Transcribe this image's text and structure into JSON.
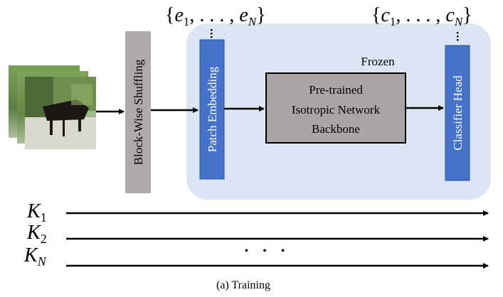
{
  "top_labels": {
    "embeddings_set": {
      "open": "{",
      "sym": "e",
      "first_sub": "1",
      "dots": ", . . . , ",
      "last_sub": "N",
      "close": "}"
    },
    "classes_set": {
      "open": "{",
      "sym": "c",
      "first_sub": "1",
      "dots": ", . . . , ",
      "last_sub": "N",
      "close": "}"
    }
  },
  "blocks": {
    "shuffle": "Block-Wise Shuffling",
    "patch_embedding": "Patch Embedding",
    "backbone_line1": "Pre-trained",
    "backbone_line2": "Isotropic Network",
    "backbone_line3": "Backbone",
    "classifier_head": "Classifier Head"
  },
  "frozen_label": "Frozen",
  "keys": [
    {
      "sym": "K",
      "sub": "1"
    },
    {
      "sym": "K",
      "sub": "2"
    },
    {
      "sym": "K",
      "sub": "N"
    }
  ],
  "ellipsis": "• • •",
  "caption": "(a) Training",
  "colors": {
    "frozen_region": "#dbe5f4",
    "blue_block": "#4673c9",
    "blue_border": "#2b4f99",
    "gray_block": "#aeaaa9",
    "backbone_fill": "#a9a6a5",
    "arrow": "#000000"
  }
}
